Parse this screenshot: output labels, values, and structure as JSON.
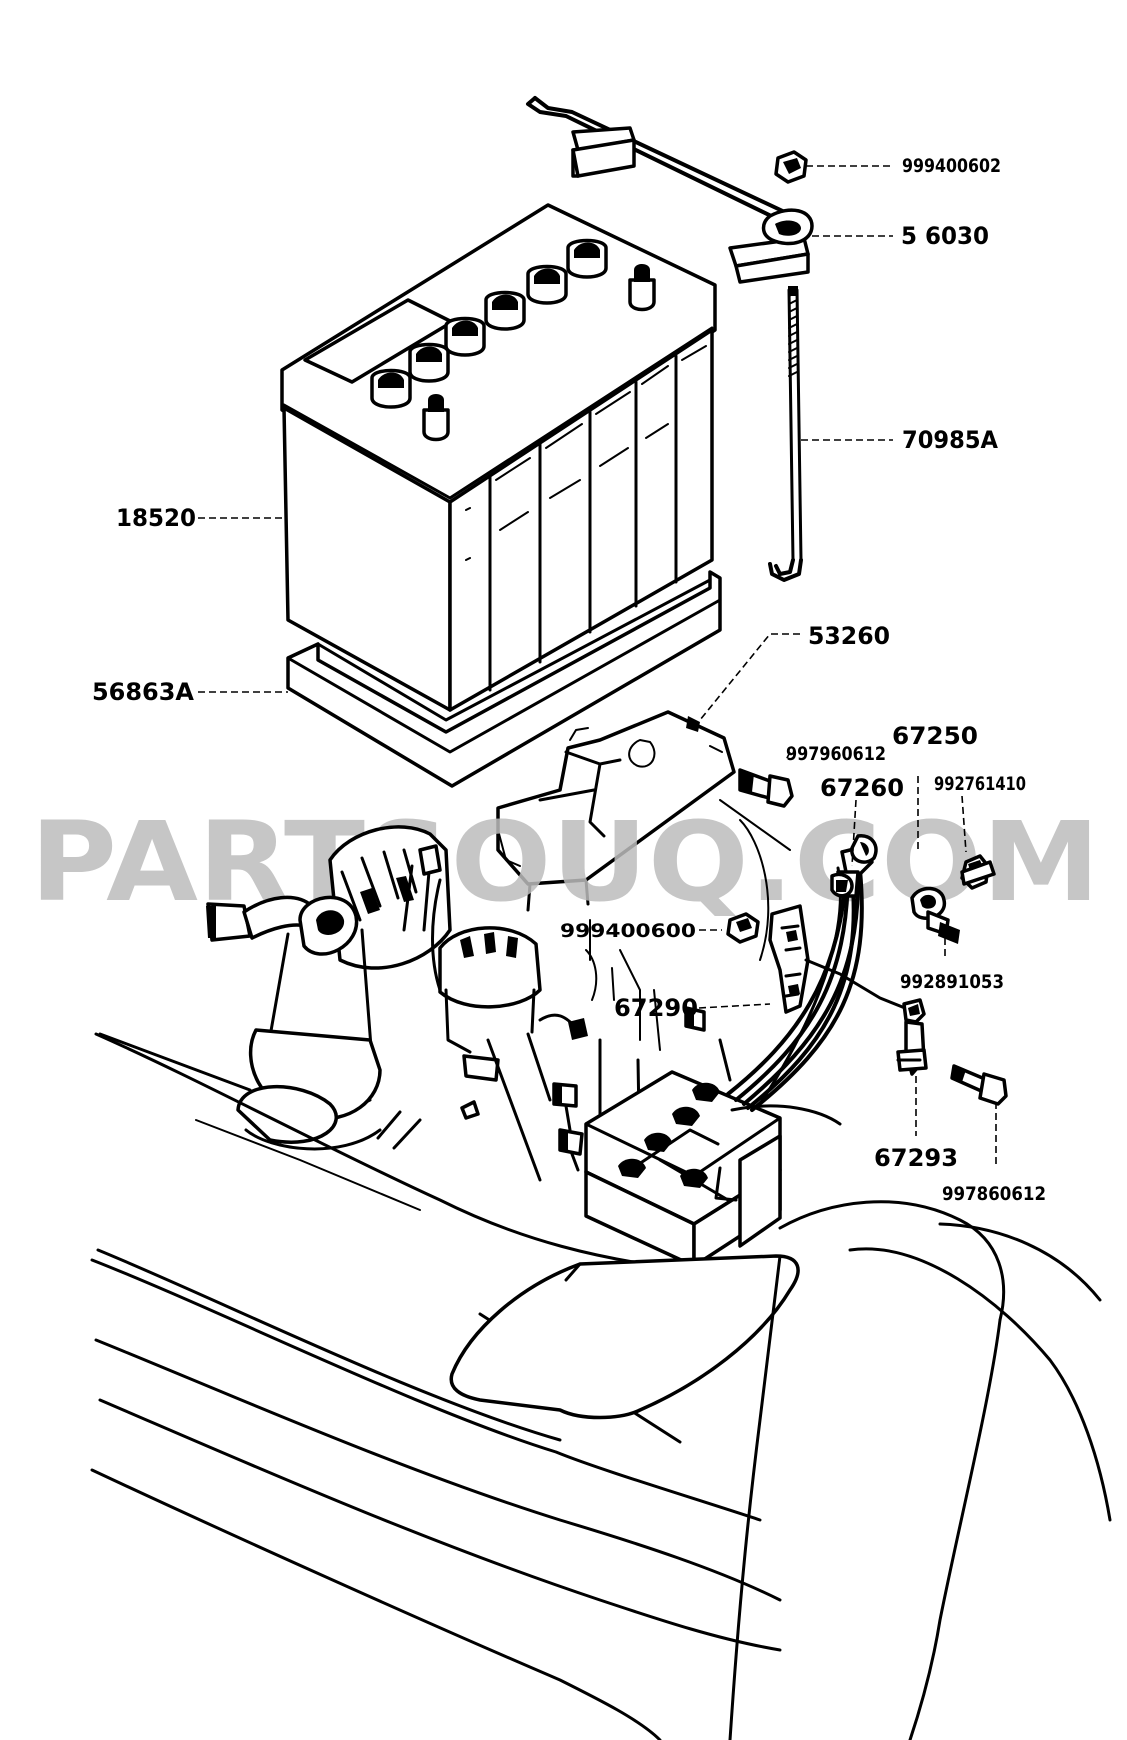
{
  "watermark": "PARTSOUQ.COM",
  "colors": {
    "line": "#000000",
    "background": "#ffffff",
    "watermark": "#bdbdbd"
  },
  "parts": [
    {
      "id": "999400602",
      "label": "999400602",
      "name": "nut"
    },
    {
      "id": "56030",
      "label": "5 6030",
      "name": "battery-hold-down-clamp"
    },
    {
      "id": "70985A",
      "label": "70985A",
      "name": "battery-hold-down-rod"
    },
    {
      "id": "18520",
      "label": "18520",
      "name": "battery"
    },
    {
      "id": "56863A",
      "label": "56863A",
      "name": "battery-tray"
    },
    {
      "id": "53260",
      "label": "53260",
      "name": "battery-carrier-bracket"
    },
    {
      "id": "997960612",
      "label": "997960612",
      "name": "bolt"
    },
    {
      "id": "67250",
      "label": "67250",
      "name": "ground-cable"
    },
    {
      "id": "67260",
      "label": "67260",
      "name": "positive-cable"
    },
    {
      "id": "992761410",
      "label": "992761410",
      "name": "clip"
    },
    {
      "id": "999400600",
      "label": "999400600",
      "name": "nut"
    },
    {
      "id": "992891053",
      "label": "992891053",
      "name": "clamp"
    },
    {
      "id": "67290",
      "label": "67290",
      "name": "cable-bracket"
    },
    {
      "id": "67293",
      "label": "67293",
      "name": "cable-clip"
    },
    {
      "id": "997860612",
      "label": "997860612",
      "name": "bolt"
    }
  ]
}
